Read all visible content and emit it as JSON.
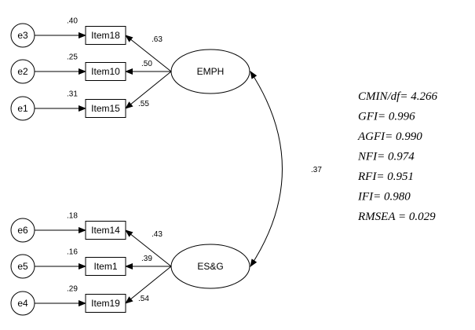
{
  "diagram": {
    "type": "structural-equation-model",
    "latent_factors": [
      {
        "id": "EMPH",
        "label": "EMPH",
        "items": [
          {
            "id": "Item18",
            "label": "Item18",
            "error": "e3",
            "r2": ".40",
            "loading": ".63"
          },
          {
            "id": "Item10",
            "label": "Item10",
            "error": "e2",
            "r2": ".25",
            "loading": ".50"
          },
          {
            "id": "Item15",
            "label": "Item15",
            "error": "e1",
            "r2": ".31",
            "loading": ".55"
          }
        ]
      },
      {
        "id": "ESG",
        "label": "ES&G",
        "items": [
          {
            "id": "Item14",
            "label": "Item14",
            "error": "e6",
            "r2": ".18",
            "loading": ".43"
          },
          {
            "id": "Item1",
            "label": "Item1",
            "error": "e5",
            "r2": ".16",
            "loading": ".39"
          },
          {
            "id": "Item19",
            "label": "Item19",
            "error": "e4",
            "r2": ".29",
            "loading": ".54"
          }
        ]
      }
    ],
    "covariance": {
      "from": "EMPH",
      "to": "ES&G",
      "value": ".37"
    }
  },
  "fit_indices": [
    {
      "name": "CMIN/df",
      "sep": "= ",
      "value": "4.266"
    },
    {
      "name": "GFI",
      "sep": "= ",
      "value": "0.996"
    },
    {
      "name": "AGFI",
      "sep": "= ",
      "value": "0.990"
    },
    {
      "name": "NFI",
      "sep": "= ",
      "value": "0.974"
    },
    {
      "name": "RFI",
      "sep": "= ",
      "value": "0.951"
    },
    {
      "name": "IFI",
      "sep": "= ",
      "value": "0.980"
    },
    {
      "name": "RMSEA",
      "sep": " = ",
      "value": "0.029"
    }
  ]
}
